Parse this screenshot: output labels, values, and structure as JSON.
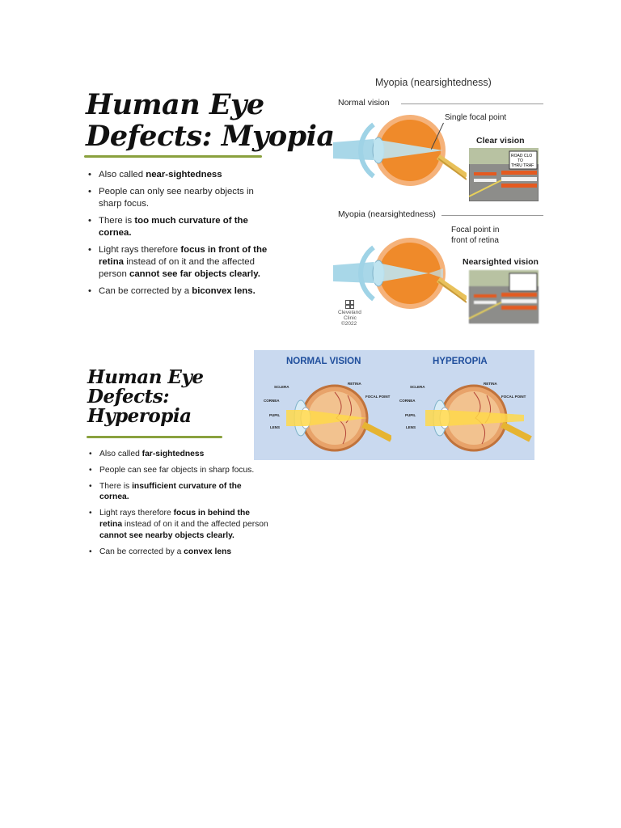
{
  "myopia": {
    "title_line1": "Human Eye",
    "title_line2": "Defects: Myopia",
    "bullets": [
      [
        {
          "t": "Also called "
        },
        {
          "t": "near-sightedness",
          "b": true
        }
      ],
      [
        {
          "t": "People can only see nearby objects in sharp focus."
        }
      ],
      [
        {
          "t": "There is "
        },
        {
          "t": "too much curvature of the cornea.",
          "b": true
        }
      ],
      [
        {
          "t": "Light rays therefore "
        },
        {
          "t": "focus in front of the retina",
          "b": true
        },
        {
          "t": " instead of on it and the affected person "
        },
        {
          "t": "cannot see far objects clearly.",
          "b": true
        }
      ],
      [
        {
          "t": "Can be corrected by a "
        },
        {
          "t": "biconvex lens.",
          "b": true
        }
      ]
    ],
    "figure": {
      "heading": "Myopia (nearsightedness)",
      "normal_label": "Normal vision",
      "normal_callout": "Single focal point",
      "normal_photo_label": "Clear vision",
      "myopia_label": "Myopia (nearsightedness)",
      "myopia_callout_1": "Focal point in",
      "myopia_callout_2": "front of retina",
      "myopia_photo_label": "Nearsighted vision",
      "credit_1": "Cleveland",
      "credit_2": "Clinic",
      "credit_3": "©2022",
      "sign_1": "ROAD CLO",
      "sign_2": "TO",
      "sign_3": "THRU TRAF"
    }
  },
  "hyperopia": {
    "title_line1": "Human Eye",
    "title_line2": "Defects:",
    "title_line3": "Hyperopia",
    "bullets": [
      [
        {
          "t": "Also called "
        },
        {
          "t": "far-sightedness",
          "b": true
        }
      ],
      [
        {
          "t": "People can see far objects in sharp focus."
        }
      ],
      [
        {
          "t": "There is "
        },
        {
          "t": "insufficient curvature of the cornea.",
          "b": true
        }
      ],
      [
        {
          "t": "Light rays therefore "
        },
        {
          "t": "focus in behind the retina",
          "b": true
        },
        {
          "t": " instead of on it and the affected person "
        },
        {
          "t": "cannot see nearby objects clearly.",
          "b": true
        }
      ],
      [
        {
          "t": "Can be corrected by a "
        },
        {
          "t": "convex lens",
          "b": true
        }
      ]
    ],
    "figure": {
      "normal_heading": "NORMAL VISION",
      "hyperopia_heading": "HYPEROPIA",
      "labels": {
        "sclera": "SCLERA",
        "retina": "RETINA",
        "cornea": "CORNEA",
        "focal_point": "FOCAL POINT",
        "pupil": "PUPIL",
        "lens": "LENS"
      }
    }
  },
  "colors": {
    "accent_rule": "#8aa13e",
    "hyperopia_panel_bg": "#c9d9ef",
    "hyperopia_heading": "#1f4e9c",
    "light_beam": "#9fd3e6",
    "iris_orange": "#ef8a2a"
  }
}
